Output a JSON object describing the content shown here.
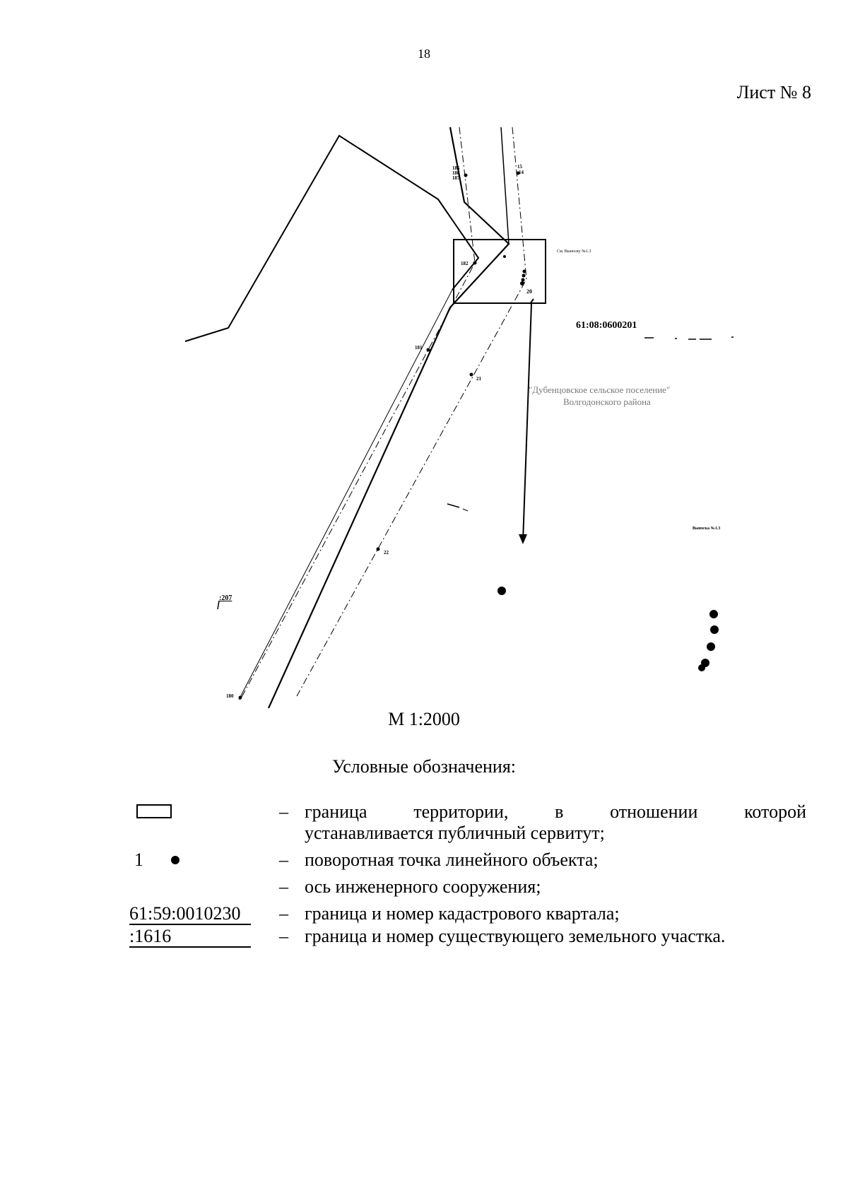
{
  "page_number": "18",
  "sheet_title": "Лист № 8",
  "map": {
    "point_labels": [
      "185",
      "186",
      "187",
      "15",
      "14",
      "182",
      "181",
      "21",
      "22",
      "20",
      "180"
    ],
    "callout_ref_top": "См. Выноску №1.3",
    "callout_ref_right": "Выноска №1.3",
    "cadastral_quarter": "61:08:0600201",
    "settlement_line1": "\"Дубенцовское сельское поселение\"",
    "settlement_line2": "Волгодонского района",
    "parcel_label": ":207"
  },
  "scale": "М 1:2000",
  "legend": {
    "title": "Условные обозначения:",
    "items": [
      {
        "symbol": "rectangle",
        "dash": "–",
        "text_line1": "граница территории, в отношении которой",
        "text_line2": "устанавливается публичный сервитут;"
      },
      {
        "symbol_text": "1",
        "symbol": "dot",
        "dash": "–",
        "text": "поворотная точка линейного объекта;"
      },
      {
        "symbol": "dashed-line",
        "dash": "–",
        "text": "ось инженерного сооружения;"
      },
      {
        "symbol_text": "61:59:0010230",
        "dash": "–",
        "text": "граница и номер кадастрового квартала;"
      },
      {
        "symbol_text": ":1616",
        "dash": "–",
        "text": "граница и номер существующего земельного участка."
      }
    ]
  }
}
